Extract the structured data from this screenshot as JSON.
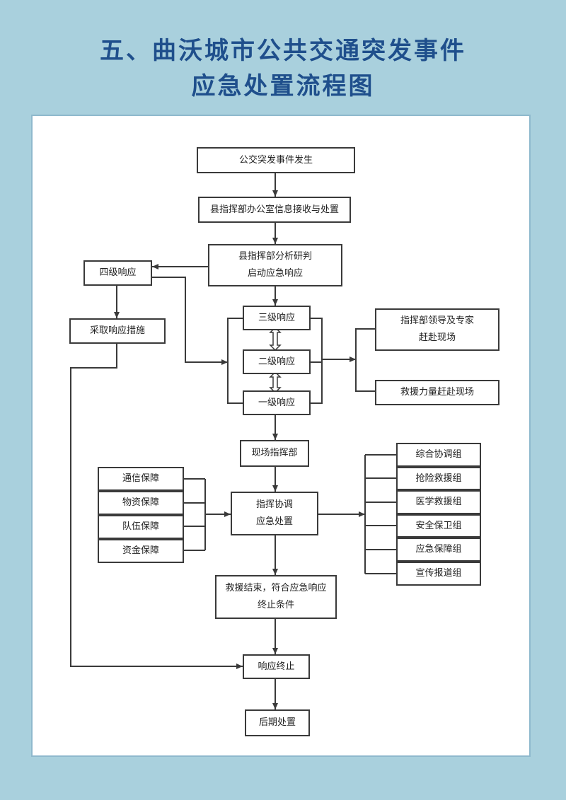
{
  "title": {
    "line1": "五、曲沃城市公共交通突发事件",
    "line2": "应急处置流程图"
  },
  "nodes": {
    "occur": "公交突发事件发生",
    "receive": "县指挥部办公室信息接收与处置",
    "analyze": "县指挥部分析研判\n启动应急响应",
    "level4": "四级响应",
    "measures": "采取响应措施",
    "level3": "三级响应",
    "level2": "二级响应",
    "level1": "一级响应",
    "leaders": "指挥部领导及专家\n赶赴现场",
    "rescue_force": "救援力量赶赴现场",
    "site_hq": "现场指挥部",
    "command": "指挥协调\n应急处置",
    "end_cond": "救援结束，符合应急响应\n终止条件",
    "terminate": "响应终止",
    "aftermath": "后期处置"
  },
  "support": [
    "通信保障",
    "物资保障",
    "队伍保障",
    "资金保障"
  ],
  "groups": [
    "综合协调组",
    "抢险救援组",
    "医学救援组",
    "安全保卫组",
    "应急保障组",
    "宣传报道组"
  ],
  "colors": {
    "background": "#a9d0dd",
    "title": "#1f4f8c",
    "line": "#3a3a3a"
  }
}
